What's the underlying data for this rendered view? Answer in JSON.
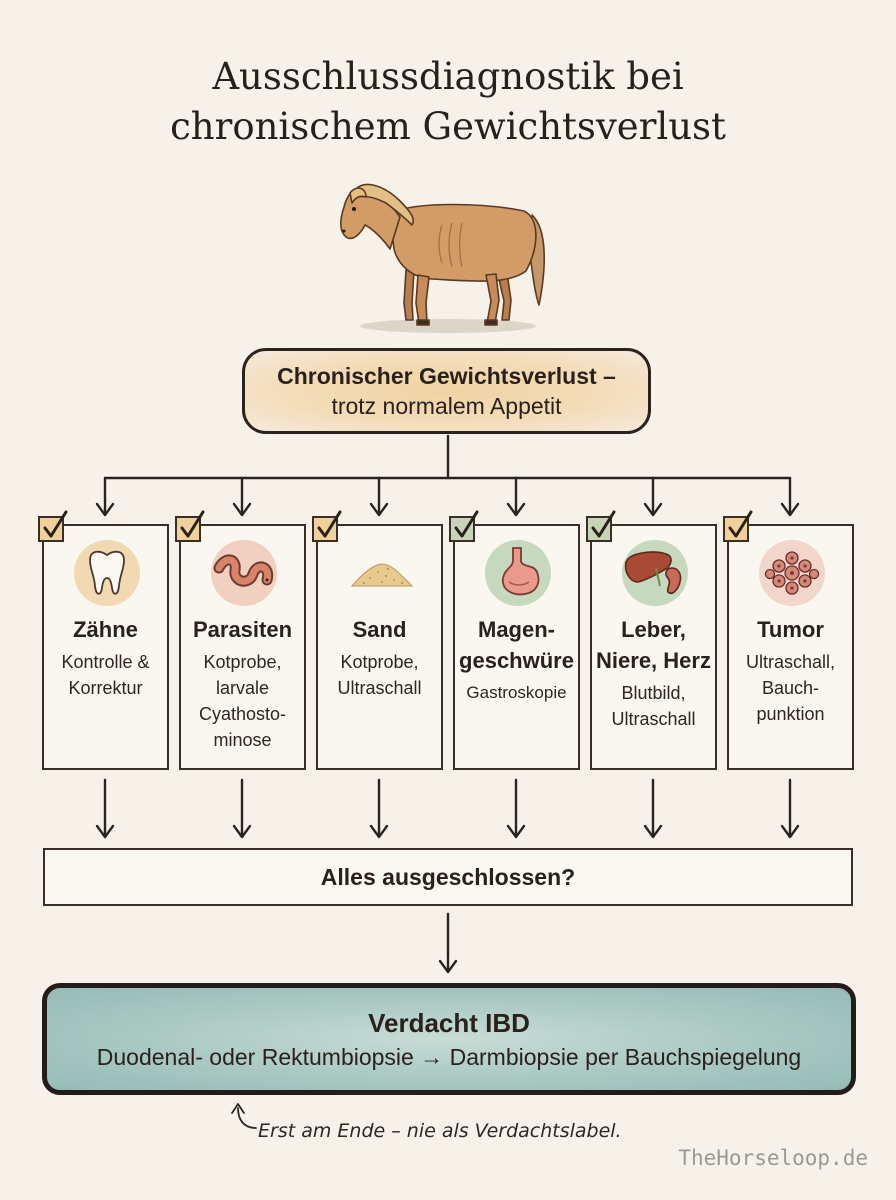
{
  "title": {
    "line1": "Ausschlussdiagnostik bei",
    "line2": "chronischem Gewichtsverlust"
  },
  "root": {
    "line1": "Chronischer Gewichtsverlust –",
    "line2": "trotz normalem Appetit"
  },
  "categories": [
    {
      "title": [
        "Zähne"
      ],
      "desc": [
        "Kontrolle &",
        "Korrektur"
      ],
      "icon": "tooth-icon",
      "check_color": "#efd199"
    },
    {
      "title": [
        "Parasiten"
      ],
      "desc": [
        "Kotprobe,",
        "larvale",
        "Cyathosto-",
        "minose"
      ],
      "icon": "worm-icon",
      "check_color": "#efd199"
    },
    {
      "title": [
        "Sand"
      ],
      "desc": [
        "Kotprobe,",
        "Ultraschall"
      ],
      "icon": "sand-pile-icon",
      "check_color": "#efd199"
    },
    {
      "title": [
        "Magen-",
        "geschwüre"
      ],
      "desc": [
        "Gastroskopie"
      ],
      "icon": "stomach-icon",
      "check_color": "#c7d5b6"
    },
    {
      "title": [
        "Leber,",
        "Niere, Herz"
      ],
      "desc": [
        "Blutbild,",
        "Ultraschall"
      ],
      "icon": "liver-kidney-icon",
      "check_color": "#c7d5b6"
    },
    {
      "title": [
        "Tumor"
      ],
      "desc": [
        "Ultraschall,",
        "Bauch-",
        "punktion"
      ],
      "icon": "tumor-cells-icon",
      "check_color": "#efd199"
    }
  ],
  "summary": "Alles ausgeschlossen?",
  "result": {
    "title": "Verdacht IBD",
    "subtitle": "Duodenal- oder Rektumbiopsie → Darmbiopsie per Bauchspiegelung"
  },
  "footnote": "Erst am Ende – nie als Verdachtslabel.",
  "brand": "TheHorseloop.de",
  "colors": {
    "background": "#f6f2ea",
    "root_fill": "#f1d3a4",
    "result_fill": "#a9c8c3",
    "ink": "#2d231e"
  }
}
